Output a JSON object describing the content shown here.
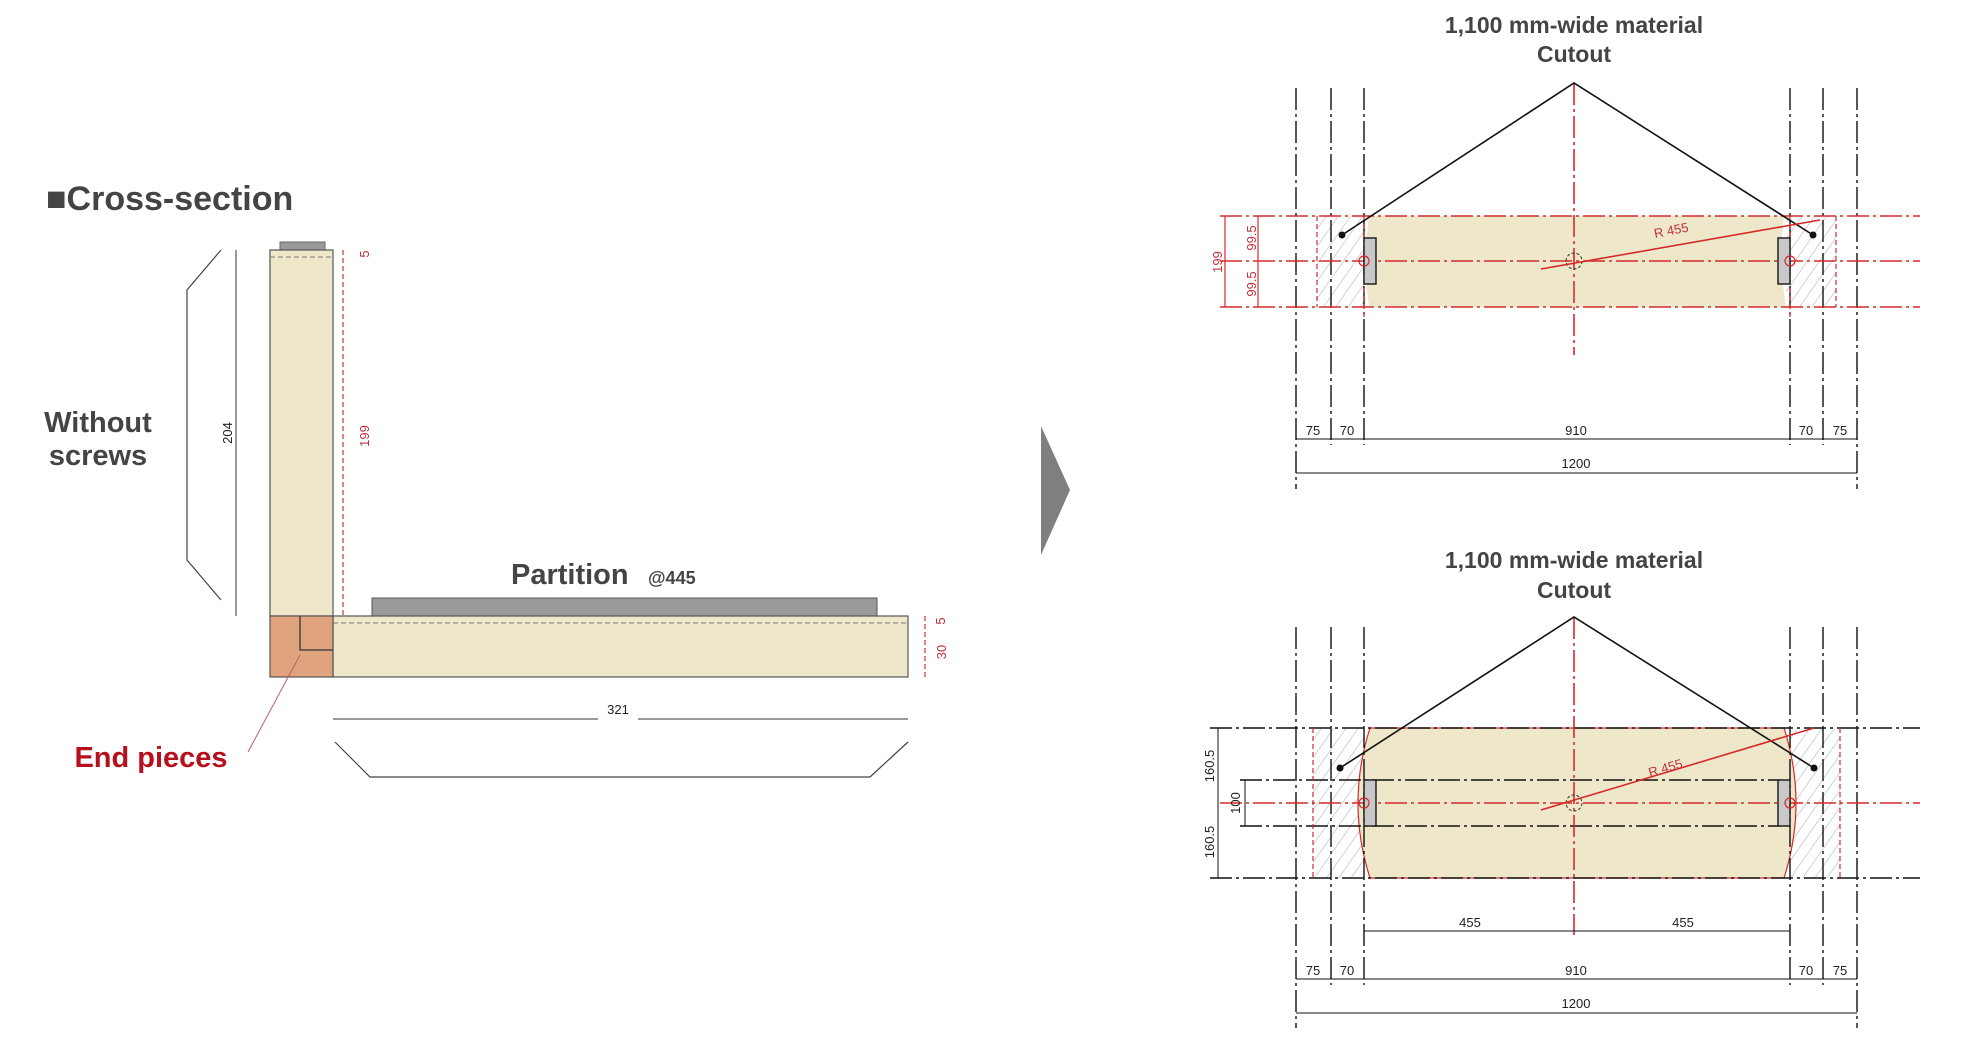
{
  "cross_section": {
    "heading": "■Cross-section",
    "without_screws_line1": "Without",
    "without_screws_line2": "screws",
    "partition_label": "Partition",
    "partition_spacing": "@445",
    "end_pieces_label": "End pieces",
    "dims": {
      "height_total": "204",
      "height_inner": "199",
      "top_thickness": "5",
      "floor_top": "5",
      "floor_thickness": "30",
      "width": "321"
    }
  },
  "arrow_icon": "chevron-right-icon",
  "diagram_top": {
    "title_line1": "1,100 mm-wide material",
    "title_line2": "Cutout",
    "radius": "R 455",
    "left_dims": {
      "total": "199",
      "upper": "99.5",
      "lower": "99.5"
    },
    "bottom_dims": [
      "75",
      "70",
      "910",
      "70",
      "75"
    ],
    "overall": "1200"
  },
  "diagram_bottom": {
    "title_line1": "1,100 mm-wide material",
    "title_line2": "Cutout",
    "radius": "R 455",
    "left_dims": {
      "upper": "160.5",
      "lower": "160.5",
      "inner": "100"
    },
    "half_dims": [
      "455",
      "455"
    ],
    "bottom_dims": [
      "75",
      "70",
      "910",
      "70",
      "75"
    ],
    "overall": "1200"
  },
  "colors": {
    "wood": "#efe7c9",
    "end_piece": "#dfa47e",
    "partition": "#9a9a9a",
    "red": "#d42a2a",
    "dark_red": "#b5101b"
  }
}
